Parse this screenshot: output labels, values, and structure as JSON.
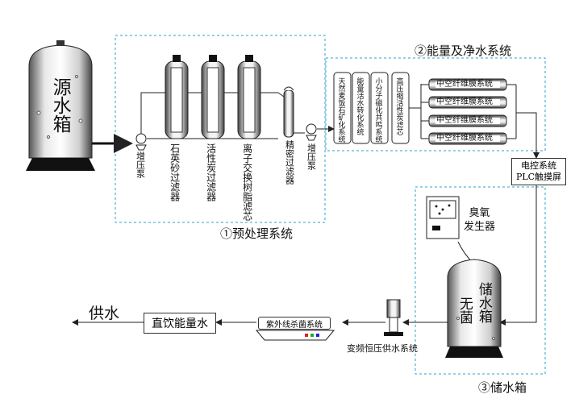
{
  "source_tank": "源水箱",
  "pump1": "增压泵",
  "quartz_filter": "石英砂过滤器",
  "carbon_filter": "活性炭过滤器",
  "ion_filter": "离子交换树脂滤芯",
  "precision_filter": "精密过滤器",
  "pump2": "增压泵",
  "pretreat_label": "①预处理系统",
  "energy_label": "②能量及净水系统",
  "mineral_filter": "天然麦饭石矿化系统",
  "energy_activation": "能量活水转化系统",
  "small_molecule": "小分子磁化共鸣系统",
  "hp_carbon": "高压缩活性炭滤芯",
  "membranes": [
    "中空纤维膜系统",
    "中空纤维膜系统",
    "中空纤维膜系统",
    "中空纤维膜系统"
  ],
  "control_line1": "电控系统",
  "control_line2": "PLC触摸屏",
  "ozone_line1": "臭氧",
  "ozone_line2": "发生器",
  "storage_tank_a": "储水箱",
  "storage_tank_b": "无菌",
  "storage_label": "③储水箱",
  "vf_pump": "变频恒压供水系统",
  "uv_system": "紫外线杀菌系统",
  "direct_drink": "直饮能量水",
  "supply": "供水"
}
